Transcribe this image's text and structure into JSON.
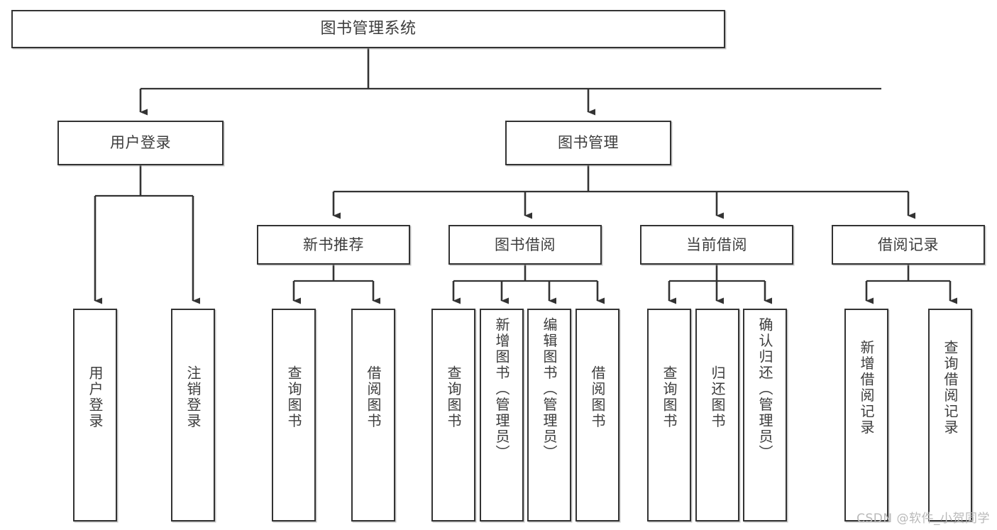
{
  "diagram": {
    "title": "图书管理系统",
    "type": "tree",
    "watermark": "CSDN @软件_小贺同学",
    "colors": {
      "box_border": "#333333",
      "box_fill": "#ffffff",
      "text": "#3d3d3d",
      "connector": "#333333",
      "watermark": "#b9b9b9"
    },
    "nodes": {
      "root": {
        "label": "图书管理系统"
      },
      "level2": [
        {
          "label": "用户登录"
        },
        {
          "label": "图书管理"
        }
      ],
      "level3": [
        {
          "label": "新书推荐"
        },
        {
          "label": "图书借阅"
        },
        {
          "label": "当前借阅"
        },
        {
          "label": "借阅记录"
        }
      ],
      "leaves": {
        "user_login": [
          {
            "label": "用户登录"
          },
          {
            "label": "注销登录"
          }
        ],
        "new_book_rec": [
          {
            "label": "查询图书"
          },
          {
            "label": "借阅图书"
          }
        ],
        "book_borrow": [
          {
            "label": "查询图书"
          },
          {
            "label": "新增图书（管理员）"
          },
          {
            "label": "编辑图书（管理员）"
          },
          {
            "label": "借阅图书"
          }
        ],
        "current_borrow": [
          {
            "label": "查询图书"
          },
          {
            "label": "归还图书"
          },
          {
            "label": "确认归还（管理员）"
          }
        ],
        "borrow_record": [
          {
            "label": "新增借阅记录"
          },
          {
            "label": "查询借阅记录"
          }
        ]
      }
    }
  }
}
